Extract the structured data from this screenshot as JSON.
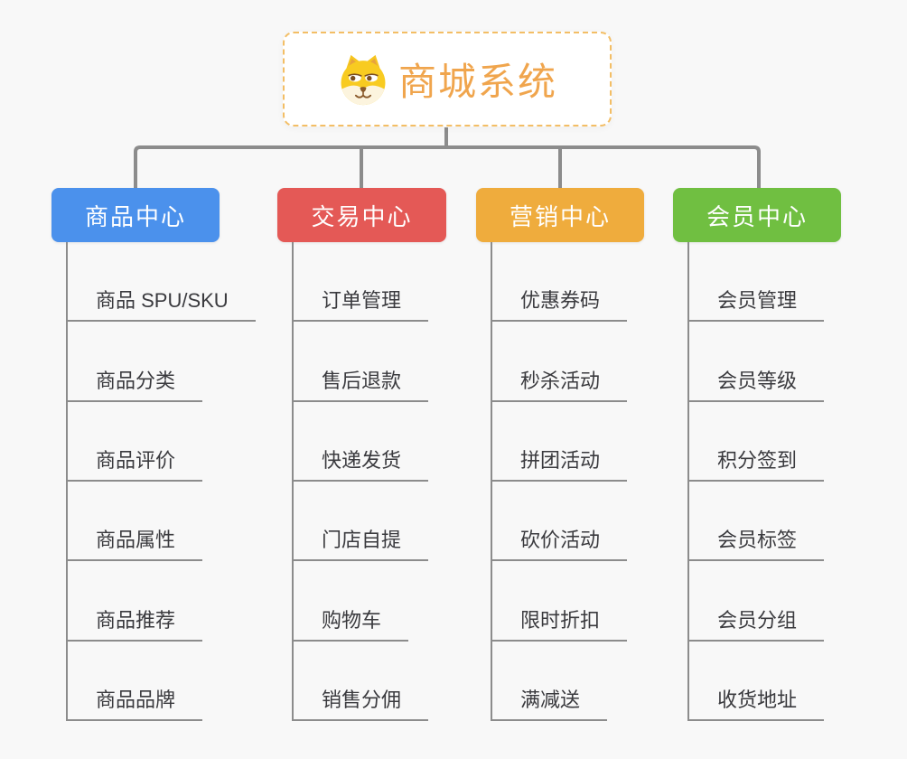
{
  "root": {
    "title": "商城系统",
    "icon": "dog-face-icon",
    "title_color": "#f0a54d",
    "border_color": "#f3be65"
  },
  "branches": [
    {
      "label": "商品中心",
      "color": "#4b91ec",
      "items": [
        "商品 SPU/SKU",
        "商品分类",
        "商品评价",
        "商品属性",
        "商品推荐",
        "商品品牌"
      ]
    },
    {
      "label": "交易中心",
      "color": "#e45956",
      "items": [
        "订单管理",
        "售后退款",
        "快递发货",
        "门店自提",
        "购物车",
        "销售分佣"
      ]
    },
    {
      "label": "营销中心",
      "color": "#efac3d",
      "items": [
        "优惠券码",
        "秒杀活动",
        "拼团活动",
        "砍价活动",
        "限时折扣",
        "满减送"
      ]
    },
    {
      "label": "会员中心",
      "color": "#70bf41",
      "items": [
        "会员管理",
        "会员等级",
        "积分签到",
        "会员标签",
        "会员分组",
        "收货地址"
      ]
    }
  ],
  "colors": {
    "background": "#f8f8f8",
    "connector_line": "#8c8c8c",
    "item_underline": "#8c8c8c",
    "item_text": "#3a3a3e"
  }
}
